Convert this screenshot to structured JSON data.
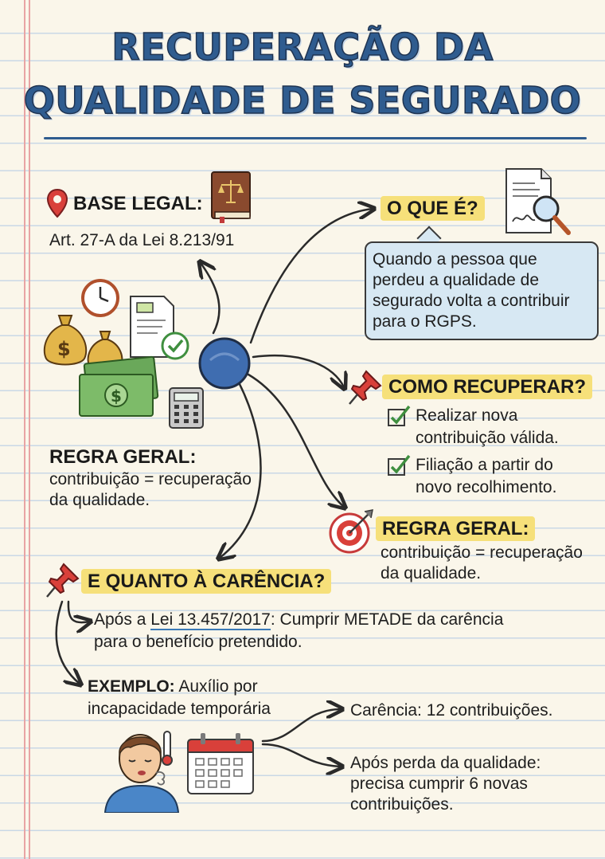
{
  "title": {
    "line1": "RECUPERAÇÃO DA",
    "line2": "QUALIDADE DE SEGURADO"
  },
  "base_legal": {
    "header": "BASE LEGAL:",
    "text": "Art. 27-A da Lei 8.213/91"
  },
  "o_que_e": {
    "header": "O QUE É?",
    "lines": [
      "Quando a pessoa que",
      "perdeu a qualidade de",
      "segurado volta a contribuir",
      "para o RGPS."
    ]
  },
  "como_recuperar": {
    "header": "COMO RECUPERAR?",
    "items": [
      {
        "line1": "Realizar nova",
        "line2": "contribuição válida."
      },
      {
        "line1": "Filiação a partir do",
        "line2": "novo recolhimento."
      }
    ]
  },
  "regra_geral_left": {
    "header": "REGRA GERAL:",
    "line1": "contribuição = recuperação",
    "line2": "da qualidade."
  },
  "regra_geral_right": {
    "header": "REGRA GERAL:",
    "line1": "contribuição = recuperação",
    "line2": "da qualidade."
  },
  "carencia": {
    "header": "E QUANTO À CARÊNCIA?",
    "rule": {
      "prefix": "Após a ",
      "law": "Lei 13.457/2017",
      "suffix": ": Cumprir METADE da carência",
      "line2": "para o benefício pretendido."
    },
    "exemplo": {
      "label": "EXEMPLO:",
      "line1": " Auxílio por",
      "line2": "incapacidade temporária"
    },
    "branch1": "Carência: 12 contribuições.",
    "branch2": [
      "Após perda da qualidade:",
      "precisa cumprir 6 novas",
      "contribuições."
    ]
  },
  "icons": [
    "location-pin-icon",
    "law-book-icon",
    "document-magnifier-icon",
    "pushpin-icon",
    "target-icon",
    "clock-icon",
    "money-bag-icon",
    "document-check-icon",
    "banknote-icon",
    "calculator-icon",
    "sick-person-icon",
    "calendar-icon",
    "checkbox-icon",
    "thermometer-icon"
  ],
  "colors": {
    "title": "#2f5c8f",
    "highlight": "#f6e07a",
    "bubble": "#d7e8f3",
    "center_node": "#3f6db0",
    "pin": "#d9403a",
    "check": "#3f8f3f"
  }
}
